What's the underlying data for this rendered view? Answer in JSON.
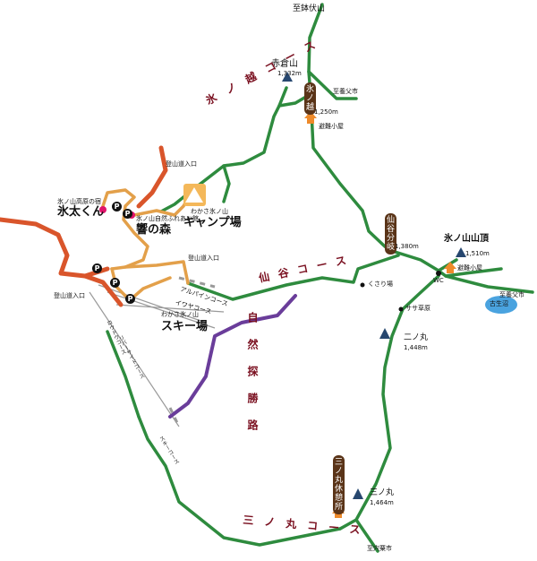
{
  "map": {
    "colors": {
      "green_trail": "#2e8b3e",
      "red_road": "#d9552b",
      "orange_path": "#e3a04a",
      "purple_path": "#6a3d9a",
      "course_text": "#7a1020",
      "hut_tag": "#5a3418",
      "hut_icon": "#ee8a2a",
      "peak_icon": "#27476f",
      "pond": "#4aa3df",
      "highlight": "#e0146b"
    },
    "routes": {
      "hyonosen_course": "氷ノ越コース",
      "sendani_course": "仙谷コース",
      "sannomaru_course": "三ノ丸コース",
      "shizen_tanshoro": "自然探勝路",
      "alpine_course": "アルパインコース",
      "iwaya_course": "イワヤコース",
      "ropeway_course": "ロウドウコース",
      "riverside_course": "リバーサイドコース",
      "ski_course": "スキーコース"
    },
    "labels": {
      "to_ichiifuse": "至鉢伏山",
      "akakurayama": "赤倉山",
      "akakurayama_alt": "1,332m",
      "to_yabu_1": "至養父市",
      "hyonosen_pass": "氷ノ越",
      "hyonosen_alt": "1,250m",
      "shelter": "避難小屋",
      "trailhead_1": "登山道入口",
      "hyota_sub": "氷ノ山高原の宿",
      "hyota": "氷太くん",
      "fureai_sub": "氷ノ山自然ふれあい館",
      "hibiki": "響の森",
      "camp_sub": "わかさ氷ノ山",
      "camp": "キャンプ場",
      "trailhead_2": "登山道入口",
      "trailhead_3": "登山道入口",
      "ski_sub": "わかさ氷ノ山",
      "ski": "スキー場",
      "kusarib": "くさり場",
      "sendani_junc": "仙谷分岐",
      "sendani_alt": "1,380m",
      "summit": "氷ノ山山頂",
      "summit_alt": "1,510m",
      "shelter_2": "避難小屋",
      "wc": "WC",
      "to_yabu_2": "至養父市",
      "kosei_pond": "古生沼",
      "sasa": "ササ草原",
      "ninomaru": "二ノ丸",
      "ninomaru_alt": "1,448m",
      "sannomaru_hut": "三ノ丸休憩所",
      "sannomaru": "三ノ丸",
      "sannomaru_alt": "1,464m",
      "to_shiso": "至宍粟市",
      "parking": "P"
    }
  }
}
